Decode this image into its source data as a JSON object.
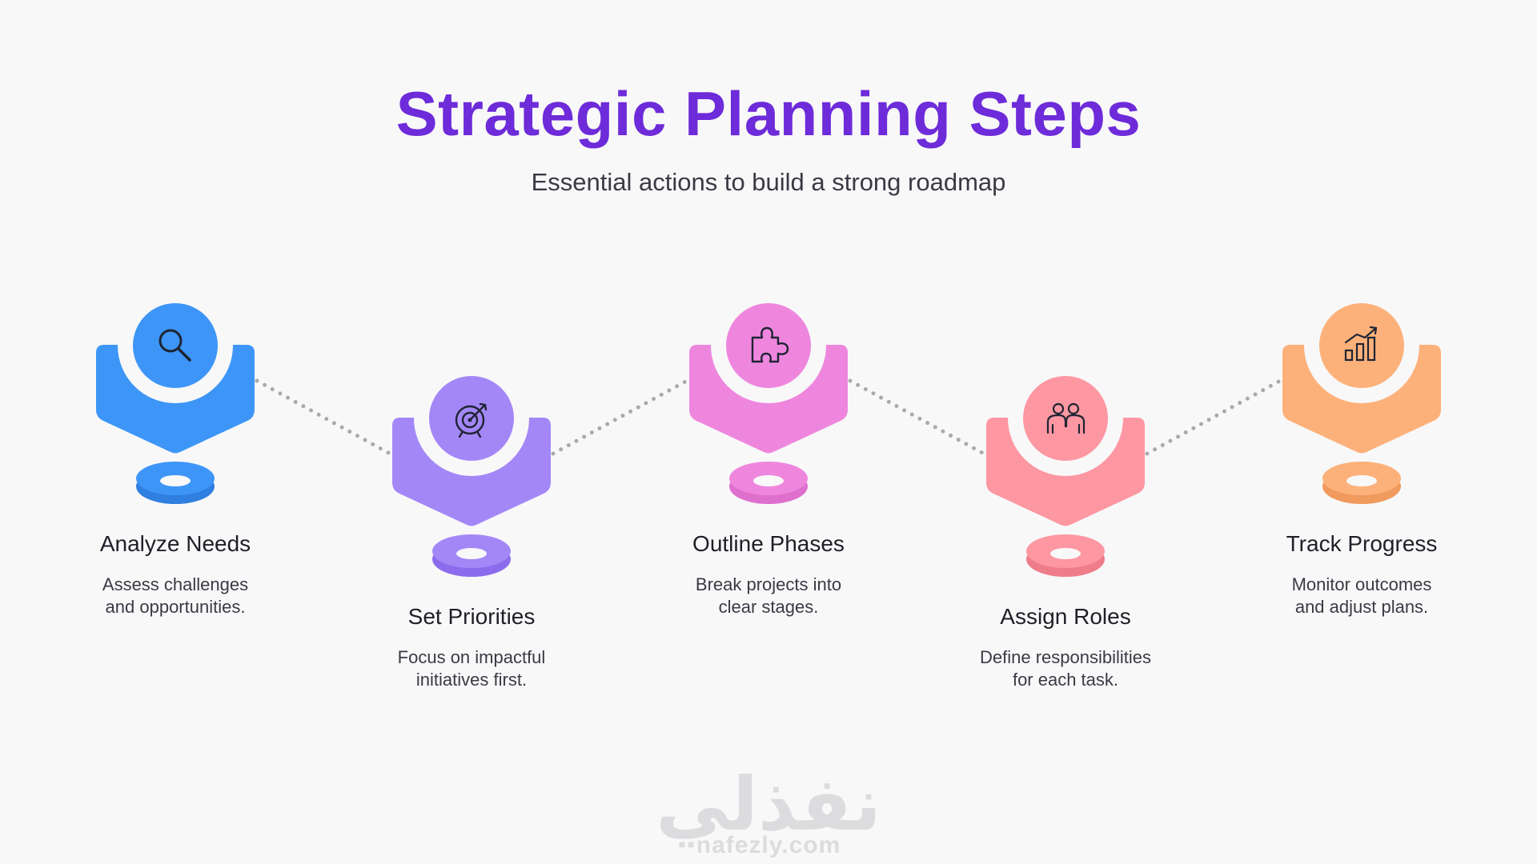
{
  "header": {
    "title": "Strategic Planning Steps",
    "subtitle": "Essential actions to build a strong roadmap"
  },
  "steps": [
    {
      "title": "Analyze Needs",
      "description": "Assess challenges\nand opportunities.",
      "icon": "magnifier-icon",
      "color": "#3d96f7",
      "dark_color": "#2f7fe0",
      "level": "high"
    },
    {
      "title": "Set Priorities",
      "description": "Focus on impactful\ninitiatives first.",
      "icon": "target-icon",
      "color": "#a487f7",
      "dark_color": "#8c6cec",
      "level": "low"
    },
    {
      "title": "Outline Phases",
      "description": "Break projects into\nclear stages.",
      "icon": "puzzle-icon",
      "color": "#ef86de",
      "dark_color": "#df6fcd",
      "level": "high"
    },
    {
      "title": "Assign Roles",
      "description": "Define responsibilities\nfor each task.",
      "icon": "team-icon",
      "color": "#fd97a2",
      "dark_color": "#ee7c89",
      "level": "low"
    },
    {
      "title": "Track Progress",
      "description": "Monitor outcomes\nand adjust plans.",
      "icon": "growth-chart-icon",
      "color": "#fdb17a",
      "dark_color": "#f09a5e",
      "level": "high"
    }
  ],
  "connector_color": "#a9a9b0",
  "watermark": {
    "logo_text": "نفذلي",
    "url": "nafezly.com"
  }
}
